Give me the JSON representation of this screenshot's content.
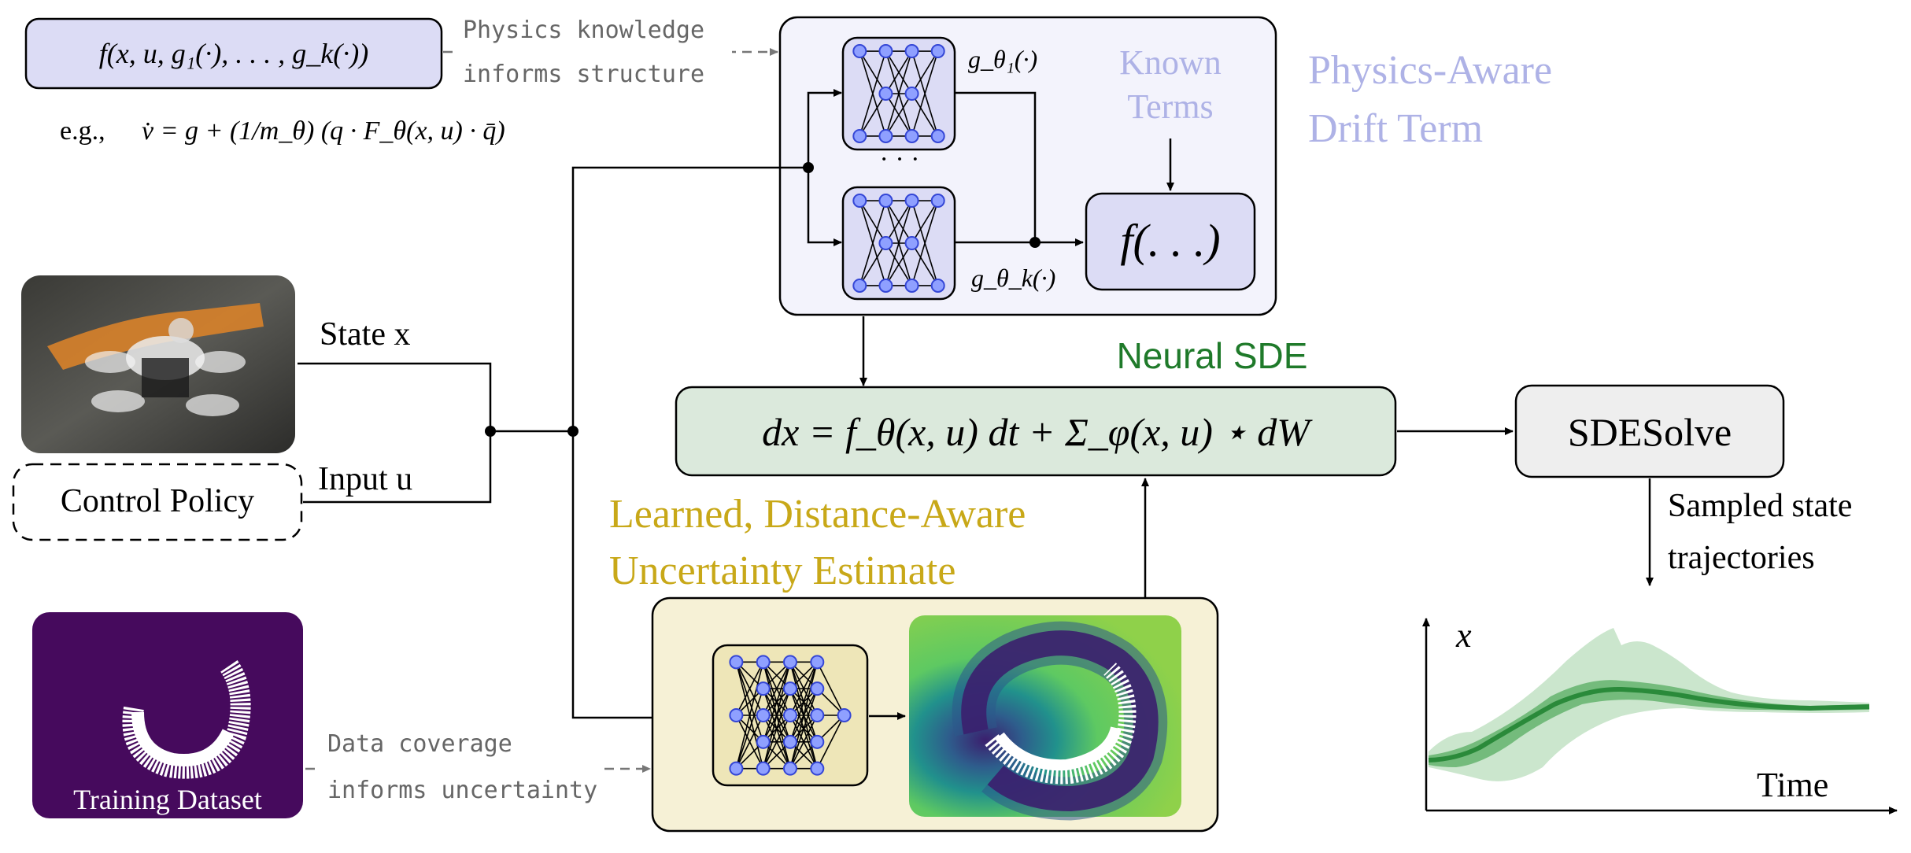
{
  "physics": {
    "drift_function": "f(x, u, g₁(·), . . . , g_k(·))",
    "example_prefix": "e.g.,",
    "example_equation": "v̇ = g + (1/m_θ) (q · F_θ(x, u) · q̄)",
    "knowledge_line1": "Physics  knowledge",
    "knowledge_line2": "informs  structure",
    "title_line1": "Physics-Aware",
    "title_line2": "Drift Term",
    "g1_label": "g_θ₁(·)",
    "gk_label": "g_θ_k(·)",
    "ellipsis": "· · ·",
    "known_line1": "Known",
    "known_line2": "Terms",
    "f_box": "f(. . .)"
  },
  "inputs": {
    "state_label": "State x",
    "input_label": "Input u",
    "control_policy": "Control Policy",
    "training_dataset": "Training Dataset",
    "data_line1": "Data  coverage",
    "data_line2": "informs  uncertainty"
  },
  "sde": {
    "title": "Neural SDE",
    "equation": "dx = f_θ(x, u) dt + Σ_φ(x, u) ⋆ dW",
    "solver": "SDESolve",
    "sampled_line1": "Sampled state",
    "sampled_line2": "trajectories"
  },
  "uncertainty": {
    "title_line1": "Learned, Distance-Aware",
    "title_line2": "Uncertainty Estimate"
  },
  "plot": {
    "y_label": "x",
    "x_label": "Time"
  },
  "colors": {
    "physics_fill": "#f3f3fc",
    "physics_title": "#aeb2e6",
    "nn_fill": "#dcdcf5",
    "node": "#4a5ff0",
    "sde_fill": "#dbe9dc",
    "sde_title": "#1f7a2a",
    "unc_fill": "#f6f1d6",
    "unc_title": "#c8a818",
    "dataset_bg": "#460a5d",
    "trajectory": "#2a8a3a"
  }
}
